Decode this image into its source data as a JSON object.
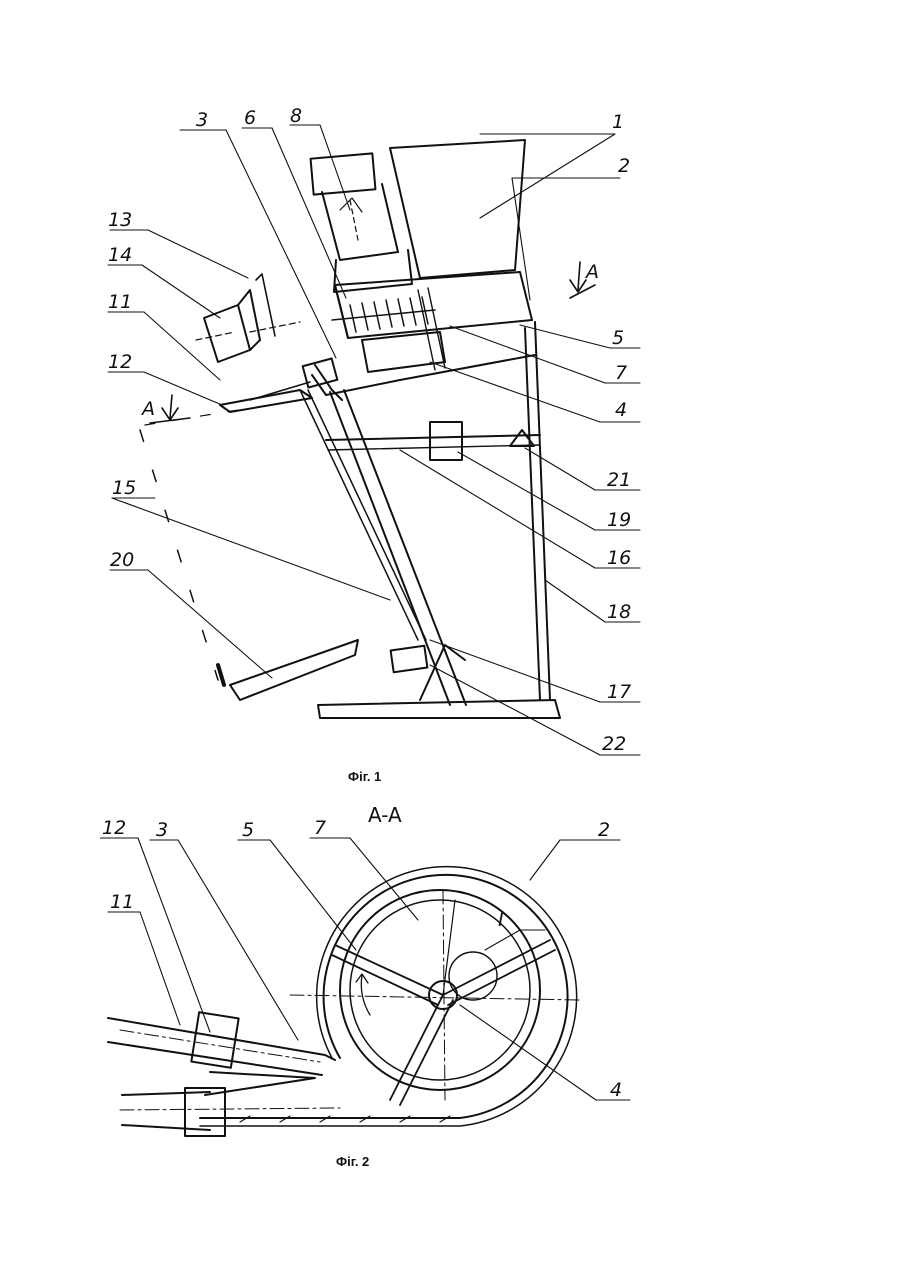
{
  "figure1": {
    "caption": "Фіг. 1",
    "section_marker": "A",
    "labels": [
      "1",
      "2",
      "3",
      "4",
      "5",
      "6",
      "7",
      "8",
      "11",
      "12",
      "13",
      "14",
      "15",
      "16",
      "17",
      "18",
      "19",
      "20",
      "21",
      "22"
    ]
  },
  "figure2": {
    "caption": "Фіг. 2",
    "section_title": "A-A",
    "detail_marker": "I",
    "labels": [
      "2",
      "3",
      "4",
      "5",
      "7",
      "11",
      "12"
    ]
  }
}
